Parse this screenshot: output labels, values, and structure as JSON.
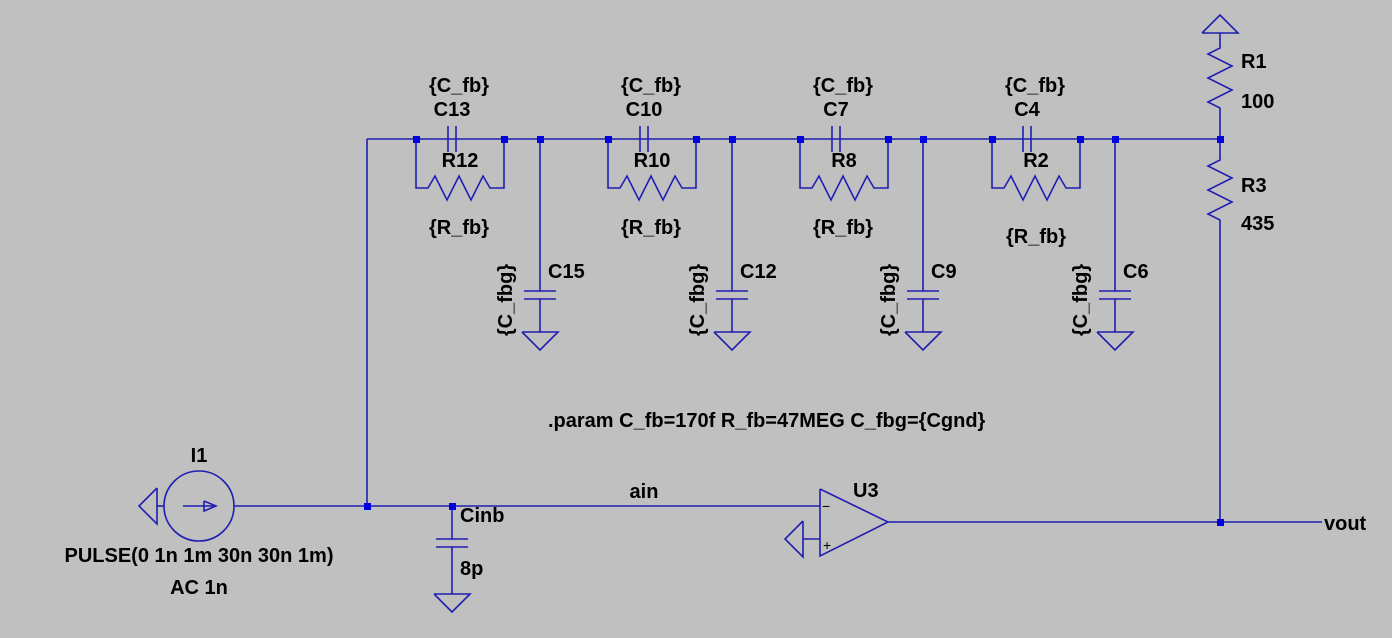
{
  "colors": {
    "background": "#c0c0c0",
    "wire": "#1f1fb0",
    "junction": "#0000e0",
    "text": "#000000"
  },
  "stages": [
    {
      "cap_value": "{C_fb}",
      "cap_name": "C13",
      "res_name": "R12",
      "res_value": "{R_fb}",
      "gnd_cap_value": "{C_fbg}",
      "gnd_cap_name": "C15"
    },
    {
      "cap_value": "{C_fb}",
      "cap_name": "C10",
      "res_name": "R10",
      "res_value": "{R_fb}",
      "gnd_cap_value": "{C_fbg}",
      "gnd_cap_name": "C12"
    },
    {
      "cap_value": "{C_fb}",
      "cap_name": "C7",
      "res_name": "R8",
      "res_value": "{R_fb}",
      "gnd_cap_value": "{C_fbg}",
      "gnd_cap_name": "C9"
    },
    {
      "cap_value": "{C_fb}",
      "cap_name": "C4",
      "res_name": "R2",
      "res_value": "{R_fb}",
      "gnd_cap_value": "{C_fbg}",
      "gnd_cap_name": "C6"
    }
  ],
  "resistors": {
    "r1": {
      "name": "R1",
      "value": "100"
    },
    "r3": {
      "name": "R3",
      "value": "435"
    }
  },
  "source": {
    "name": "I1",
    "spec": "PULSE(0 1n 1m 30n 30n 1m)",
    "ac": "AC 1n"
  },
  "input_cap": {
    "name": "Cinb",
    "value": "8p"
  },
  "opamp": {
    "name": "U3",
    "minus": "−",
    "plus": "+"
  },
  "nets": {
    "input": "ain",
    "output": "vout"
  },
  "directive": ".param C_fb=170f R_fb=47MEG C_fbg={Cgnd}"
}
